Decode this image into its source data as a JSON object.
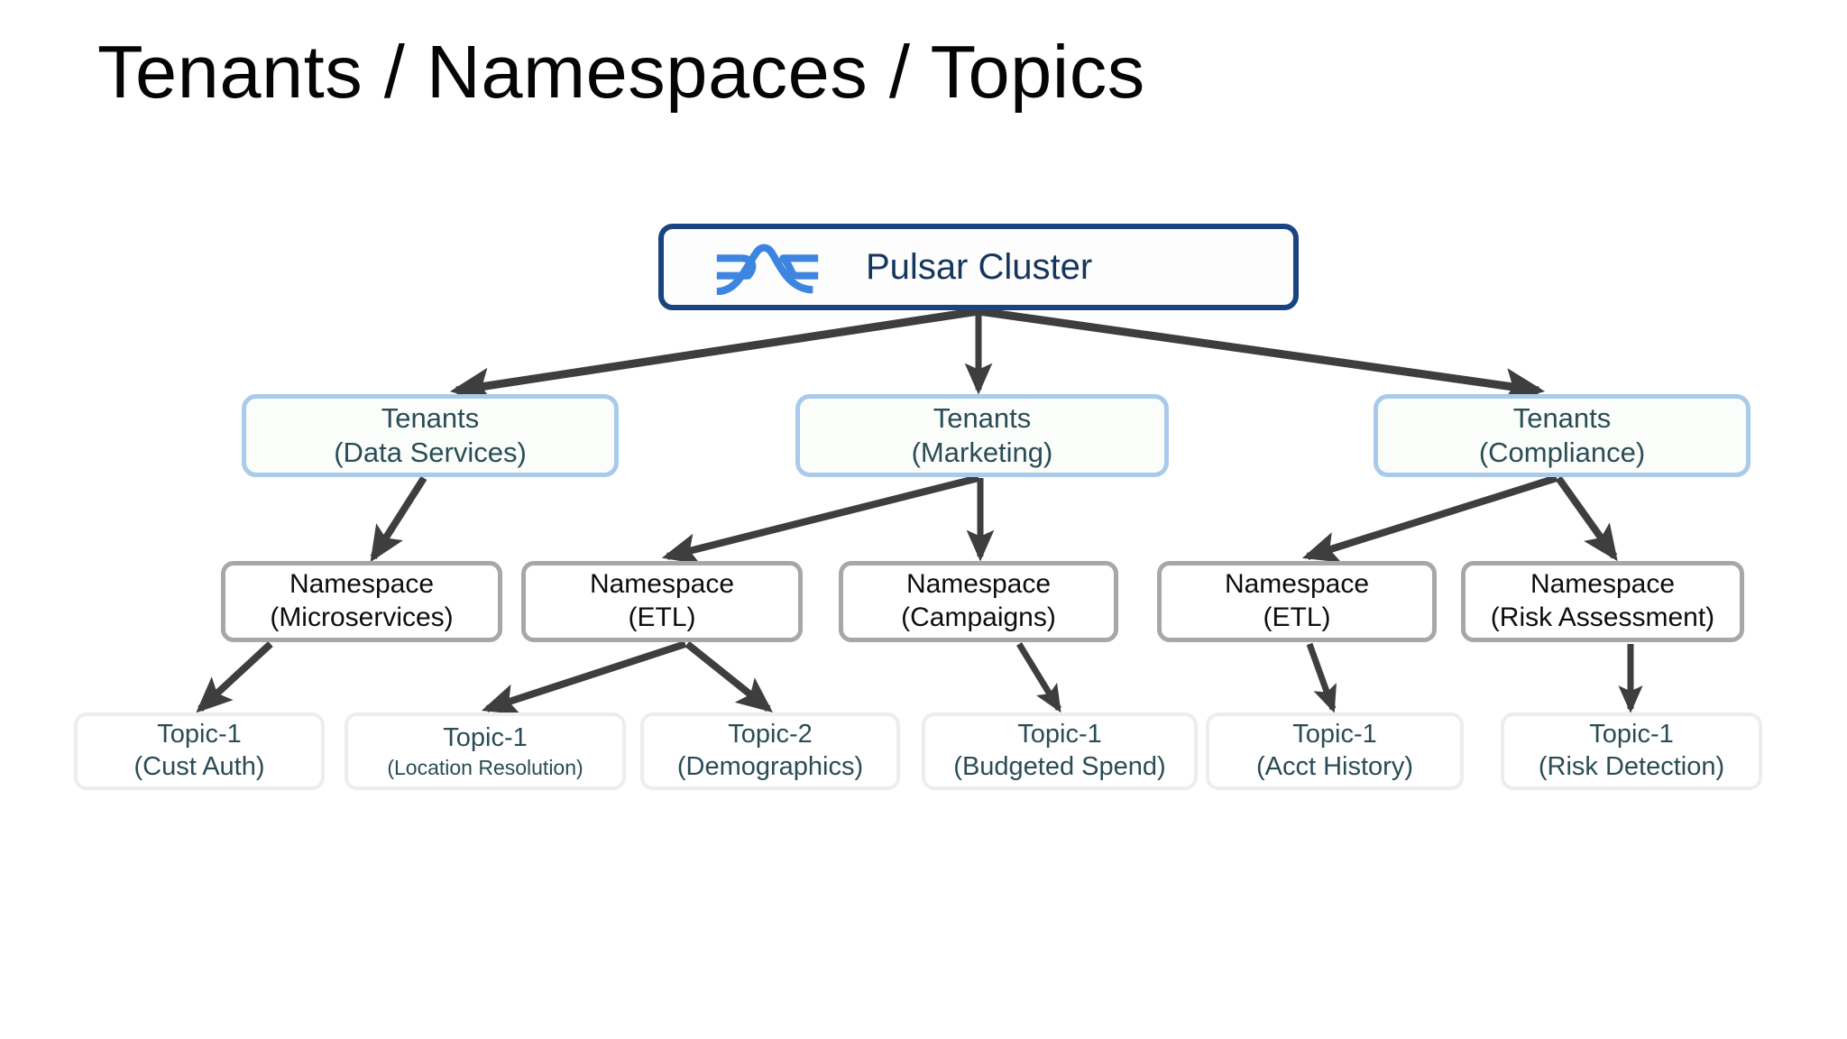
{
  "page": {
    "title": "Tenants / Namespaces / Topics",
    "background_color": "#ffffff"
  },
  "colors": {
    "title_text": "#050505",
    "root_border": "#1a4480",
    "root_text": "#17365d",
    "logo_blue": "#3d85e0",
    "tenant_border": "#a9caea",
    "tenant_text": "#2a4c55",
    "namespace_border": "#a7a7a7",
    "namespace_text": "#0d0d0d",
    "topic_border": "#ededed",
    "topic_text": "#2a4c55",
    "arrow": "#3e3e3e"
  },
  "diagram": {
    "type": "hierarchy-tree",
    "root": {
      "label": "Pulsar Cluster",
      "icon": "pulsar-logo-icon"
    },
    "tenants": [
      {
        "kind": "Tenants",
        "name": "(Data Services)"
      },
      {
        "kind": "Tenants",
        "name": "(Marketing)"
      },
      {
        "kind": "Tenants",
        "name": "(Compliance)"
      }
    ],
    "namespaces": [
      {
        "kind": "Namespace",
        "name": "(Microservices)"
      },
      {
        "kind": "Namespace",
        "name": "(ETL)"
      },
      {
        "kind": "Namespace",
        "name": "(Campaigns)"
      },
      {
        "kind": "Namespace",
        "name": "(ETL)"
      },
      {
        "kind": "Namespace",
        "name": "(Risk Assessment)"
      }
    ],
    "topics": [
      {
        "kind": "Topic-1",
        "name": "(Cust Auth)"
      },
      {
        "kind": "Topic-1",
        "name": "(Location Resolution)"
      },
      {
        "kind": "Topic-2",
        "name": "(Demographics)"
      },
      {
        "kind": "Topic-1",
        "name": "(Budgeted Spend)"
      },
      {
        "kind": "Topic-1",
        "name": "(Acct History)"
      },
      {
        "kind": "Topic-1",
        "name": "(Risk Detection)"
      }
    ],
    "edges": [
      {
        "from": "root",
        "to": "tenant-0"
      },
      {
        "from": "root",
        "to": "tenant-1"
      },
      {
        "from": "root",
        "to": "tenant-2"
      },
      {
        "from": "tenant-0",
        "to": "ns-0"
      },
      {
        "from": "tenant-1",
        "to": "ns-1"
      },
      {
        "from": "tenant-1",
        "to": "ns-2"
      },
      {
        "from": "tenant-2",
        "to": "ns-3"
      },
      {
        "from": "tenant-2",
        "to": "ns-4"
      },
      {
        "from": "ns-0",
        "to": "topic-0"
      },
      {
        "from": "ns-1",
        "to": "topic-1"
      },
      {
        "from": "ns-1",
        "to": "topic-2"
      },
      {
        "from": "ns-2",
        "to": "topic-3"
      },
      {
        "from": "ns-3",
        "to": "topic-4"
      },
      {
        "from": "ns-4",
        "to": "topic-5"
      }
    ]
  }
}
